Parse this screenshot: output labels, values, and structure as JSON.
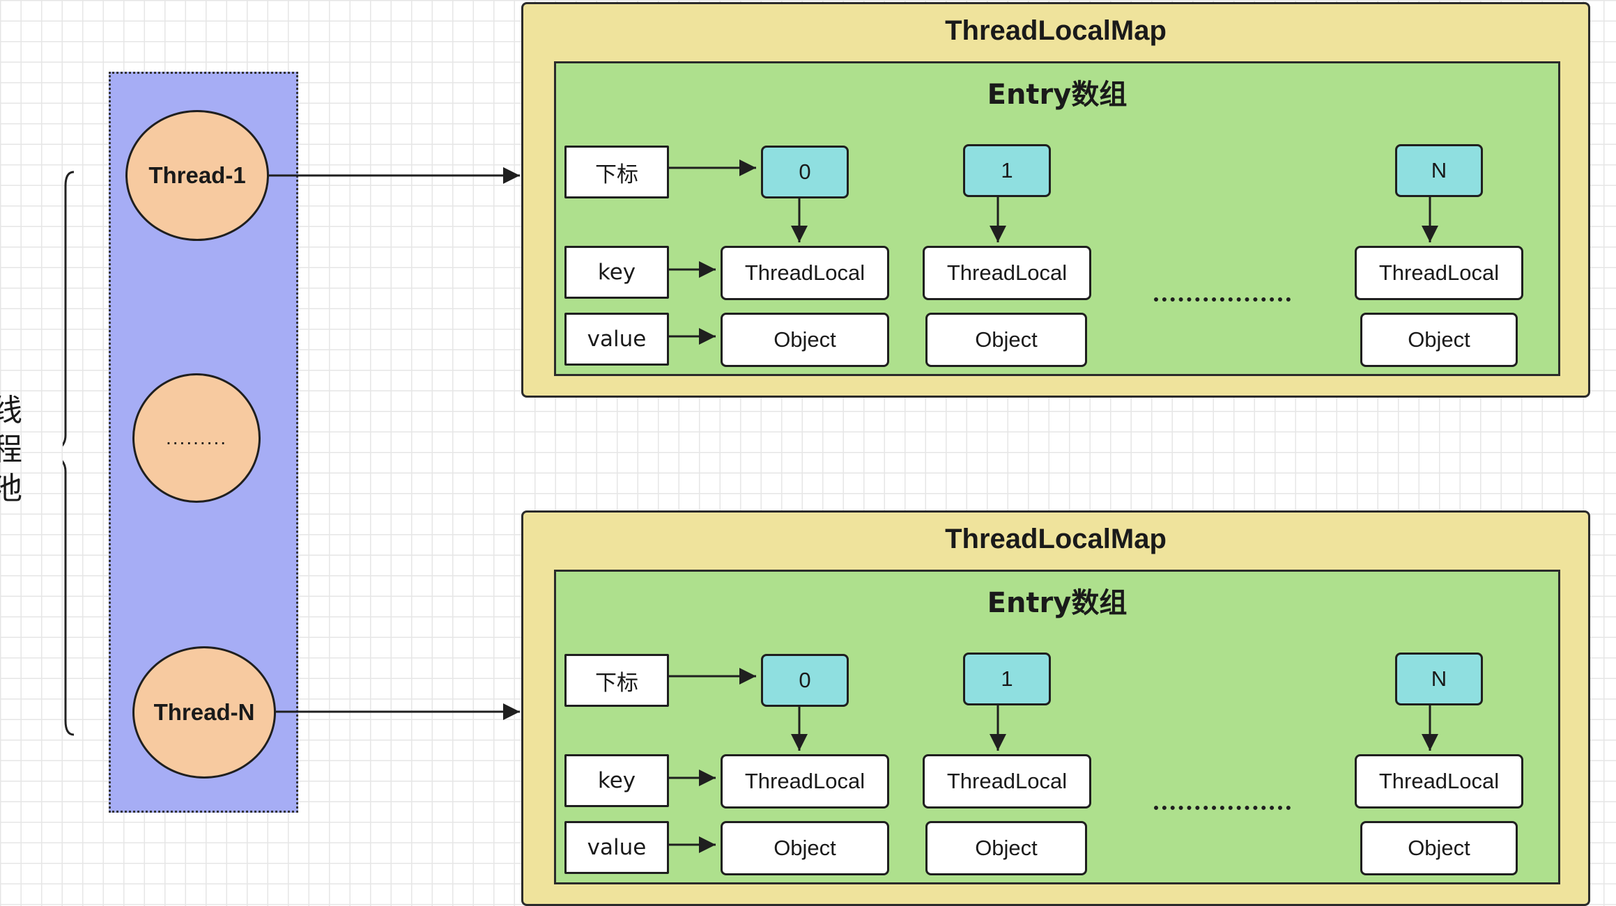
{
  "pool": {
    "label_chars": [
      "线",
      "程",
      "池"
    ],
    "threads": [
      {
        "label": "Thread-1"
      },
      {
        "label": "........."
      },
      {
        "label": "Thread-N"
      }
    ]
  },
  "maps": [
    {
      "title": "ThreadLocalMap",
      "entry_title": "Entry数组",
      "row_labels": {
        "index": "下标",
        "key": "key",
        "value": "value"
      },
      "slots": [
        {
          "index": "0",
          "key": "ThreadLocal",
          "value": "Object"
        },
        {
          "index": "1",
          "key": "ThreadLocal",
          "value": "Object"
        },
        {
          "index": "N",
          "key": "ThreadLocal",
          "value": "Object"
        }
      ]
    },
    {
      "title": "ThreadLocalMap",
      "entry_title": "Entry数组",
      "row_labels": {
        "index": "下标",
        "key": "key",
        "value": "value"
      },
      "slots": [
        {
          "index": "0",
          "key": "ThreadLocal",
          "value": "Object"
        },
        {
          "index": "1",
          "key": "ThreadLocal",
          "value": "Object"
        },
        {
          "index": "N",
          "key": "ThreadLocal",
          "value": "Object"
        }
      ]
    }
  ],
  "colors": {
    "pool_fill": "#a6adf5",
    "thread_fill": "#f7caa0",
    "map_fill": "#efe39c",
    "entry_fill": "#aee08d",
    "index_fill": "#8fdfe0"
  }
}
